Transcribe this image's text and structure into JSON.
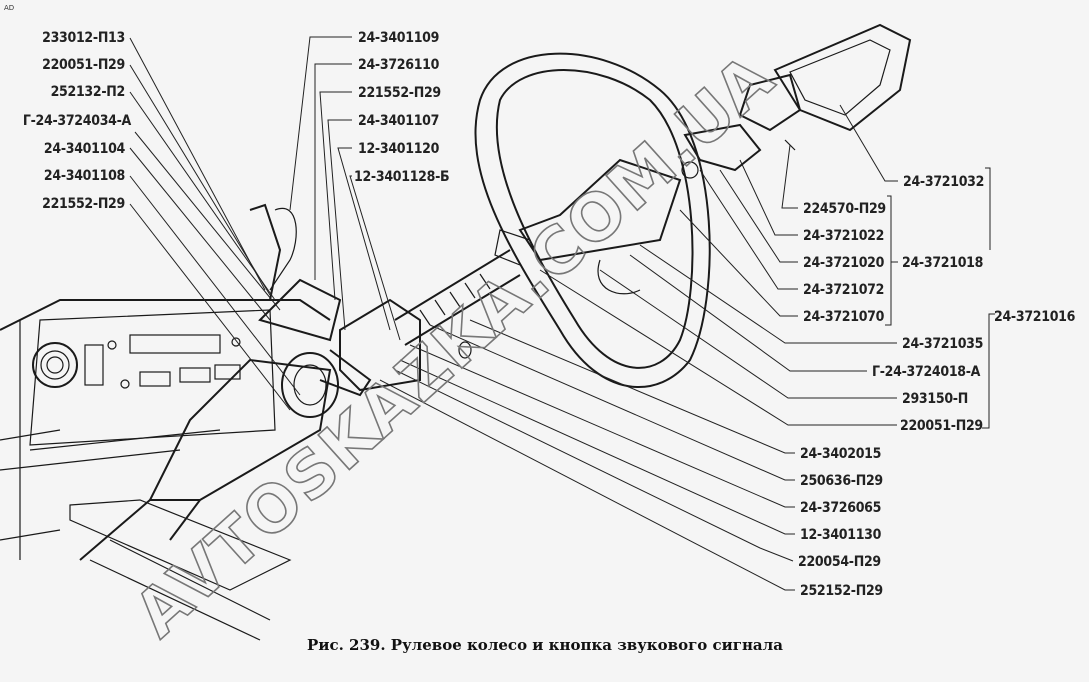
{
  "corner_mark": "AD",
  "caption": "Рис. 239. Рулевое колесо и кнопка звукового сигнала",
  "watermark": "AVTOSKAZKA.COM.UA",
  "labels_left": [
    "233012-П13",
    "220051-П29",
    "252132-П2",
    "Г-24-3724034-А",
    "24-3401104",
    "24-3401108",
    "221552-П29"
  ],
  "labels_middle": [
    "24-3401109",
    "24-3726110",
    "221552-П29",
    "24-3401107",
    "12-3401120",
    "12-3401128-Б"
  ],
  "labels_right": {
    "horn_pad": "24-3721032",
    "group_1018": [
      "224570-П29",
      "24-3721022",
      "24-3721020",
      "24-3721072",
      "24-3721070"
    ],
    "group_1018_label": "24-3721018",
    "group_1016": [
      "24-3721035",
      "Г-24-3724018-А",
      "293150-П",
      "220051-П29"
    ],
    "group_1016_label": "24-3721016"
  },
  "labels_bottom": [
    "24-3402015",
    "250636-П29",
    "24-3726065",
    "12-3401130",
    "220054-П29",
    "252152-П29"
  ]
}
